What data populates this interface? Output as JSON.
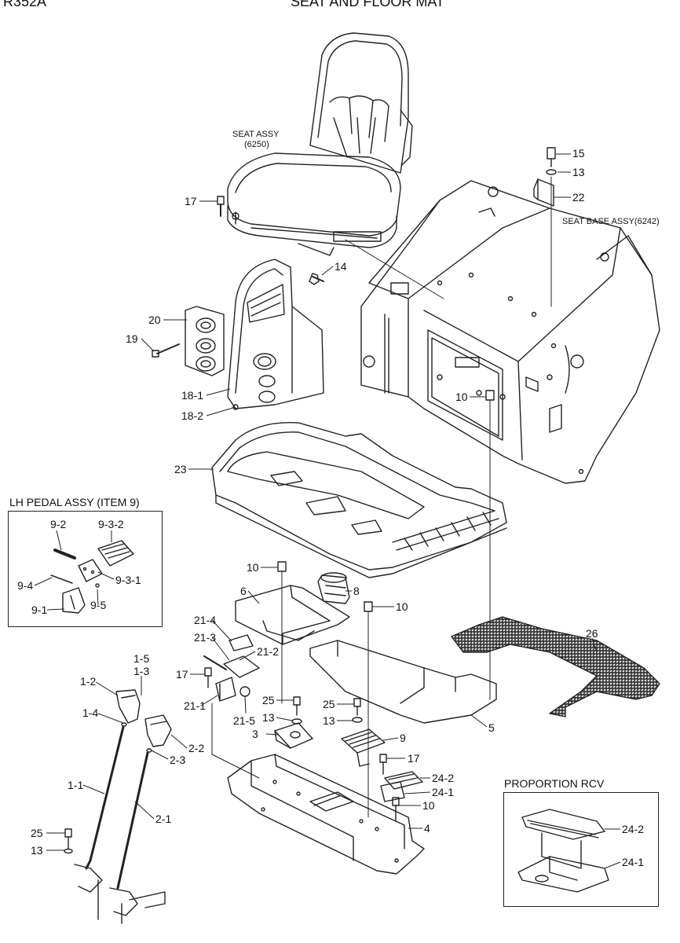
{
  "header": {
    "model": "R352A",
    "page_title": "SEAT AND FLOOR MAT"
  },
  "annotations": {
    "seat_assy": [
      "SEAT ASSY",
      "(6250)"
    ],
    "seat_base_assy": "SEAT BASE ASSY(6242)"
  },
  "insets": {
    "lh_pedal": "LH PEDAL ASSY (ITEM 9)",
    "proportion_rcv": "PROPORTION RCV"
  },
  "callouts": {
    "c15": "15",
    "c13a": "13",
    "c22": "22",
    "c17a": "17",
    "c14": "14",
    "c20": "20",
    "c19": "19",
    "c18_1": "18-1",
    "c18_2": "18-2",
    "c10a": "10",
    "c23": "23",
    "c9_2": "9-2",
    "c9_3_2": "9-3-2",
    "c9_4": "9-4",
    "c9_3_1": "9-3-1",
    "c9_1": "9-1",
    "c9_5": "9-5",
    "c10b": "10",
    "c8": "8",
    "c10c": "10",
    "c6": "6",
    "c26": "26",
    "c21_4": "21-4",
    "c21_3": "21-3",
    "c21_2": "21-2",
    "c1_5": "1-5",
    "c1_3": "1-3",
    "c17b": "17",
    "c1_2": "1-2",
    "c21_1": "21-1",
    "c25a": "25",
    "c21_5": "21-5",
    "c1_4": "1-4",
    "c13b": "13",
    "c25b": "25",
    "c13c": "13",
    "c5": "5",
    "c3": "3",
    "c9": "9",
    "c2_2": "2-2",
    "c2_3": "2-3",
    "c17c": "17",
    "c24_2a": "24-2",
    "c24_1a": "24-1",
    "c1_1": "1-1",
    "c10d": "10",
    "c2_1": "2-1",
    "c4": "4",
    "c25c": "25",
    "c13d": "13",
    "c24_2b": "24-2",
    "c24_1b": "24-1"
  }
}
